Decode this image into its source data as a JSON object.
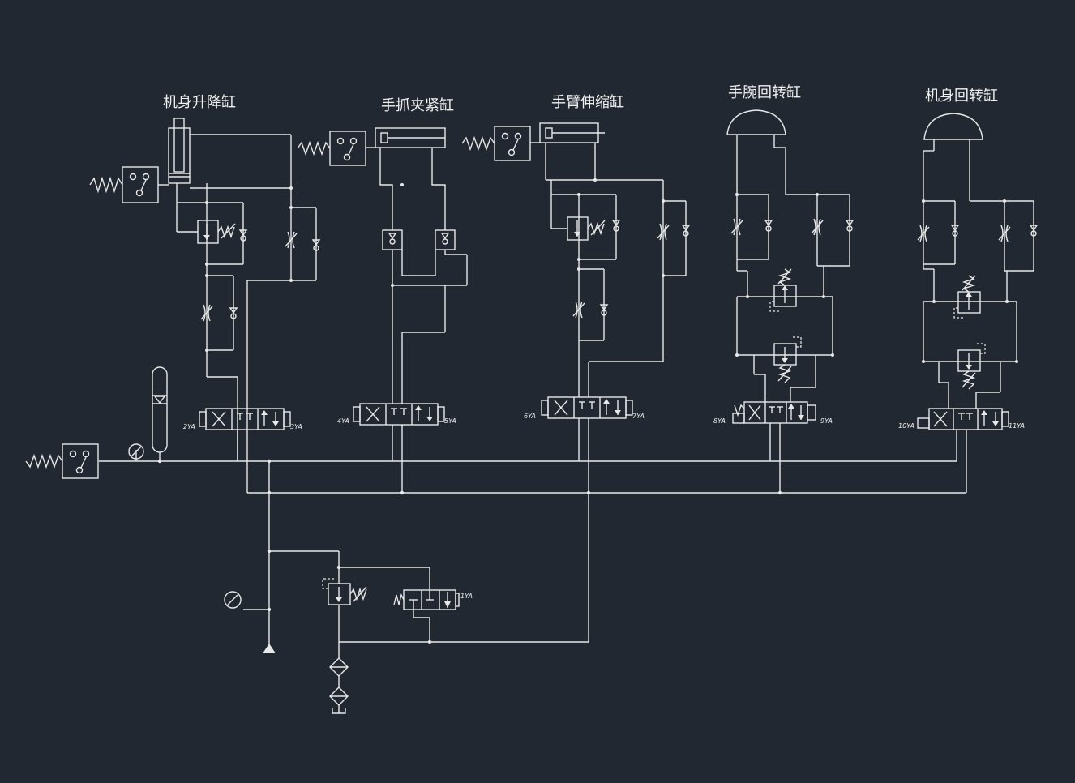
{
  "diagram": {
    "background": "#222831",
    "line_color": "#e8e8e8",
    "titles": {
      "body_lift_cylinder": "机身升降缸",
      "gripper_clamp_cylinder": "手抓夹紧缸",
      "arm_extend_cylinder": "手臂伸缩缸",
      "wrist_rotary_cylinder": "手腕回转缸",
      "body_rotary_cylinder": "机身回转缸"
    },
    "solenoids": {
      "s1": "1YA",
      "s2": "2YA",
      "s3": "3YA",
      "s4": "4YA",
      "s5": "5YA",
      "s6": "6YA",
      "s7": "7YA",
      "s8": "8YA",
      "s9": "9YA",
      "s10": "10YA",
      "s11": "11YA"
    }
  }
}
